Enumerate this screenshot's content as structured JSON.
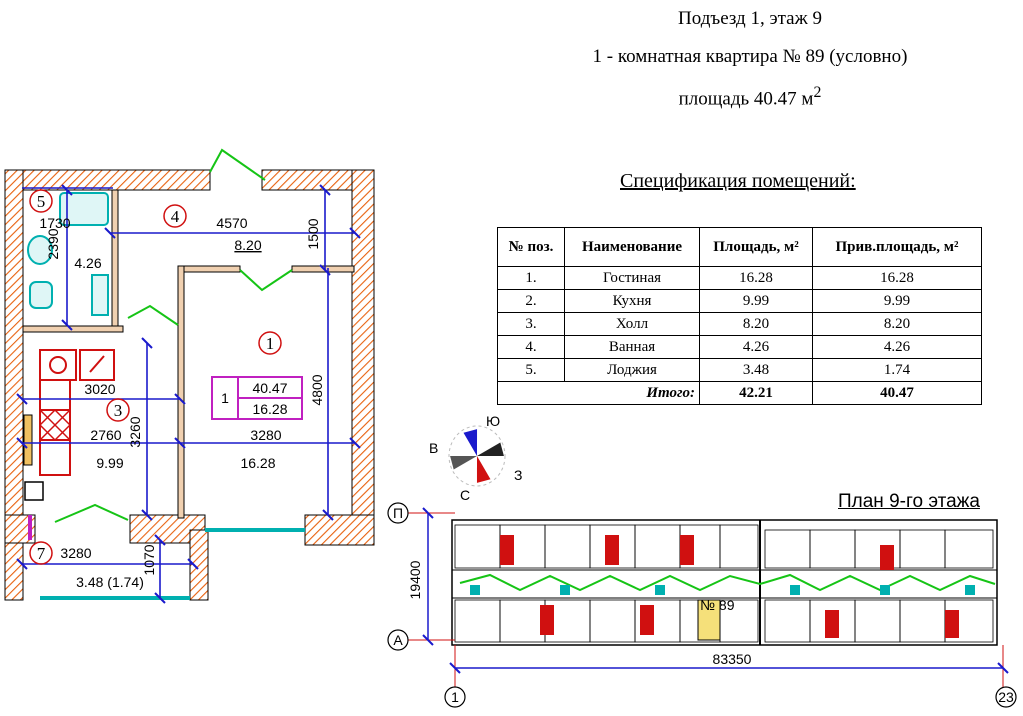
{
  "header": {
    "line1": "Подъезд 1, этаж 9",
    "line2": "1 - комнатная квартира № 89 (условно)",
    "line3_prefix": "площадь 40.47 м",
    "line3_sup": "2"
  },
  "spec": {
    "title": "Спецификация помещений:",
    "headers": [
      "№ поз.",
      "Наименование",
      "Площадь, м²",
      "Прив.площадь, м²"
    ],
    "rows": [
      [
        "1.",
        "Гостиная",
        "16.28",
        "16.28"
      ],
      [
        "2.",
        "Кухня",
        "9.99",
        "9.99"
      ],
      [
        "3.",
        "Холл",
        "8.20",
        "8.20"
      ],
      [
        "4.",
        "Ванная",
        "4.26",
        "4.26"
      ],
      [
        "5.",
        "Лоджия",
        "3.48",
        "1.74"
      ]
    ],
    "total_label": "Итого:",
    "total_area": "42.21",
    "total_reduced": "40.47"
  },
  "floorplan": {
    "labels": {
      "room1": "1",
      "room3": "3",
      "room4": "4",
      "room5": "5",
      "room7": "7",
      "d4570": "4570",
      "a820": "8.20",
      "d1500": "1500",
      "d1730": "1730",
      "d2390": "2390",
      "a426": "4.26",
      "d3020": "3020",
      "d2760": "2760",
      "d3260": "3260",
      "d3280": "3280",
      "d4800": "4800",
      "a999": "9.99",
      "a1628": "16.28",
      "d3280b": "3280",
      "d1070": "1070",
      "a348": "3.48 (1.74)",
      "box_num": "1",
      "box_total": "40.47",
      "box_living": "16.28"
    }
  },
  "compass": {
    "n": "Ю",
    "w": "В",
    "s": "С",
    "e": "З"
  },
  "floor_plan": {
    "title": "План 9-го этажа",
    "axis_top": "П",
    "axis_bottom": "А",
    "axis_left": "1",
    "axis_right": "23",
    "dim_height": "19400",
    "dim_width": "83350",
    "apt_mark": "№ 89"
  },
  "colors": {
    "wall": "#e8620f",
    "dim": "#1a1acc",
    "window": "#00b0b0",
    "green": "#16c416",
    "red": "#d01010",
    "magenta": "#c020c0"
  }
}
